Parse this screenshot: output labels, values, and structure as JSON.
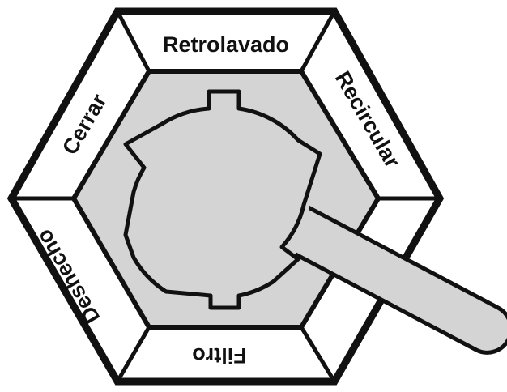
{
  "diagram": {
    "segments": {
      "top": "Retrolavado",
      "upper_right": "Recircular",
      "bottom": "Filtro",
      "lower_left": "Deshecho",
      "upper_left": "Cerrar"
    },
    "colors": {
      "outline": "#111111",
      "dial_fill": "#d4d4d4",
      "background": "#ffffff"
    },
    "icons": {
      "center": "multiport-valve-gear-handle-icon"
    }
  }
}
